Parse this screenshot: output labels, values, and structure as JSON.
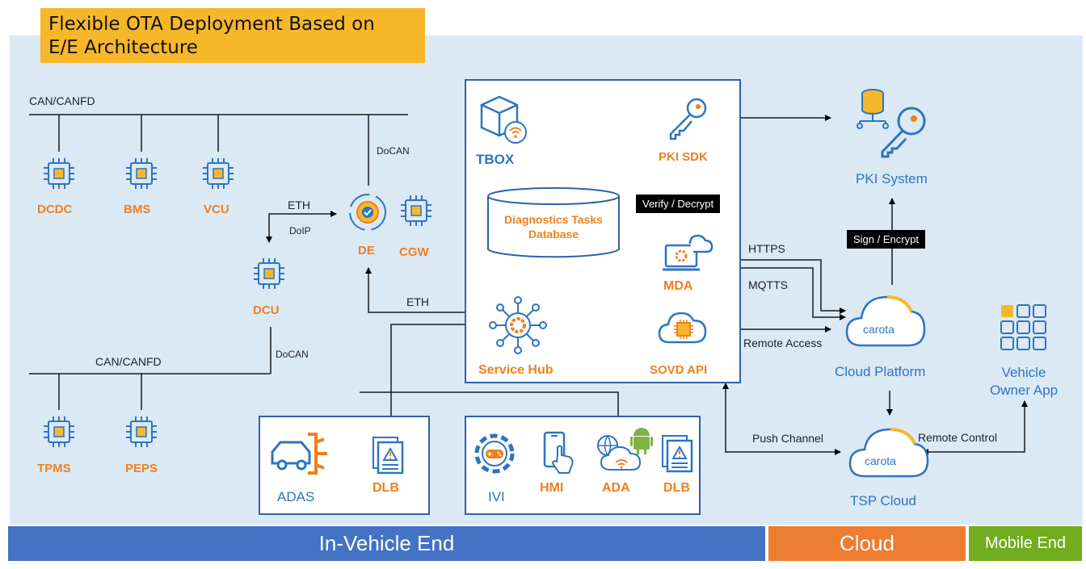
{
  "title": "Flexible OTA Deployment Based on\nE/E Architecture",
  "buses": {
    "top": "CAN/CANFD",
    "bottom": "CAN/CANFD",
    "docan_top": "DoCAN",
    "docan_bottom": "DoCAN",
    "eth_top": "ETH",
    "doip": "DoIP",
    "eth_mid": "ETH"
  },
  "ecus": {
    "dcdc": "DCDC",
    "bms": "BMS",
    "vcu": "VCU",
    "de": "DE",
    "cgw": "CGW",
    "dcu": "DCU",
    "tpms": "TPMS",
    "peps": "PEPS"
  },
  "tbox": {
    "label": "TBOX",
    "pki_sdk": "PKI SDK",
    "verify": "Verify / Decrypt",
    "database": "Diagnostics Tasks\nDatabase",
    "mda": "MDA",
    "service_hub": "Service Hub",
    "sovd_api": "SOVD API"
  },
  "adas_panel": {
    "adas": "ADAS",
    "dlb": "DLB"
  },
  "ivi_panel": {
    "ivi": "IVI",
    "hmi": "HMI",
    "ada": "ADA",
    "dlb": "DLB"
  },
  "links": {
    "https": "HTTPS",
    "mqtts": "MQTTS",
    "remote_access": "Remote Access",
    "push_channel": "Push Channel",
    "remote_control": "Remote Control",
    "sign": "Sign / Encrypt"
  },
  "cloud": {
    "pki_system": "PKI System",
    "cloud_platform": "Cloud Platform",
    "tsp_cloud": "TSP Cloud",
    "logo": "carota"
  },
  "mobile": {
    "app": "Vehicle\nOwner App"
  },
  "bands": {
    "in_vehicle": "In-Vehicle End",
    "cloud": "Cloud",
    "mobile": "Mobile End"
  },
  "colors": {
    "band_blue": "#4472c4",
    "band_orange": "#ed7d31",
    "band_green": "#70ad1f",
    "accent_orange": "#f07f1e",
    "accent_blue": "#2d74c2"
  }
}
